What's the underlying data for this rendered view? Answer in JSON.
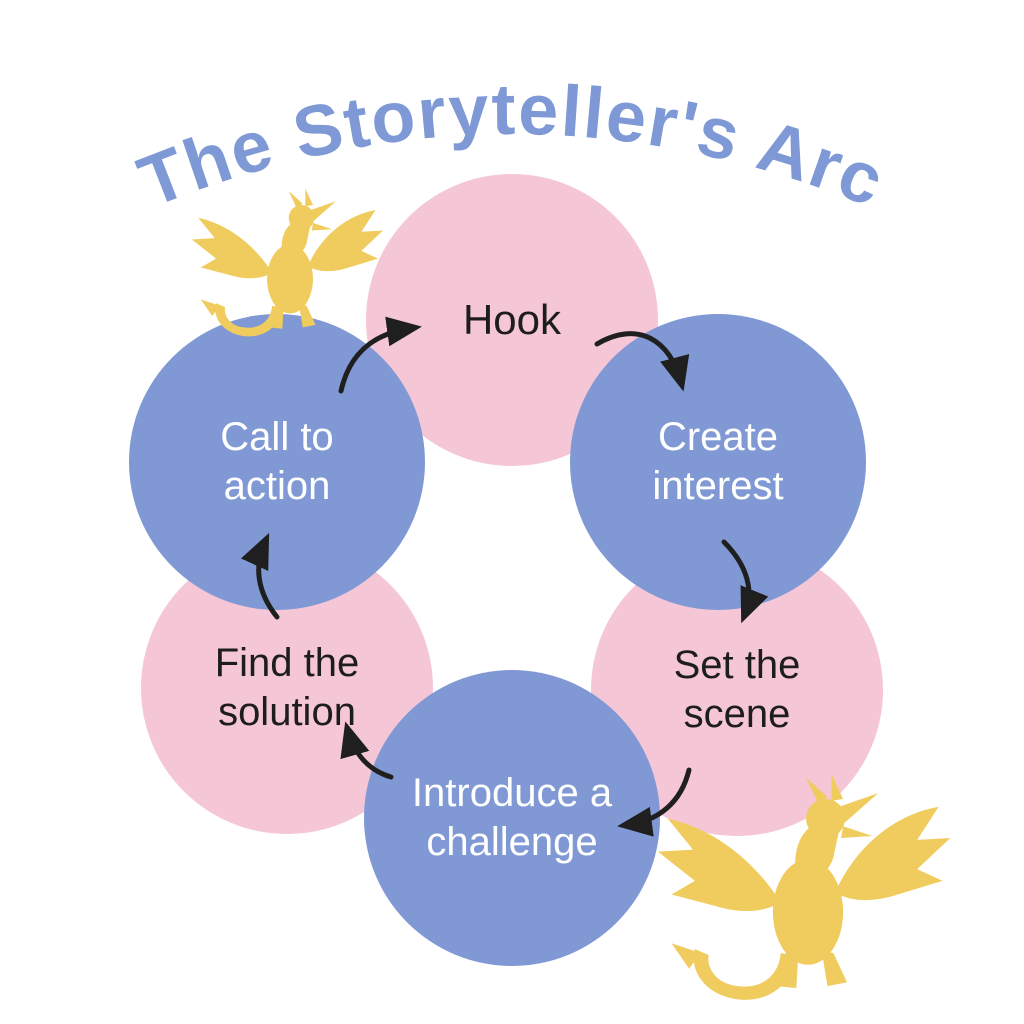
{
  "title": "The Storyteller's Arc",
  "steps": [
    {
      "label": "Hook",
      "color": "pink"
    },
    {
      "label": "Create interest",
      "color": "blue"
    },
    {
      "label": "Set the scene",
      "color": "pink"
    },
    {
      "label": "Introduce a challenge",
      "color": "blue"
    },
    {
      "label": "Find the solution",
      "color": "pink"
    },
    {
      "label": "Call to action",
      "color": "blue"
    }
  ],
  "icons": {
    "top_left": "dragon-icon",
    "bottom_right": "dragon-icon"
  },
  "colors": {
    "title": "#7e99d5",
    "pink": "#f5c6d6",
    "blue": "#8099d4",
    "arrow": "#1f1f1f",
    "dragon": "#f0cc5e",
    "text_on_pink": "#1d1d1d",
    "text_on_blue": "#ffffff",
    "background": "#ffffff"
  }
}
